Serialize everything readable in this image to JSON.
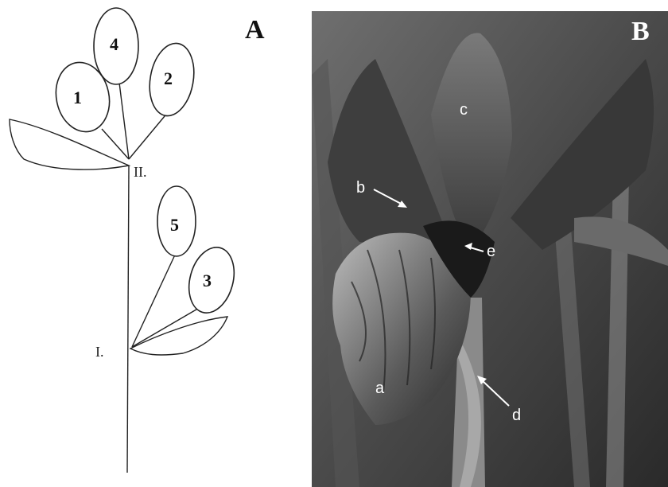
{
  "panel_a": {
    "letter": "A",
    "flowers": {
      "n1": "1",
      "n2": "2",
      "n3": "3",
      "n4": "4",
      "n5": "5"
    },
    "nodes": {
      "node_2": "II.",
      "node_1": "I."
    }
  },
  "panel_b": {
    "letter": "B",
    "parts": {
      "a": "a",
      "b": "b",
      "c": "c",
      "d": "d",
      "e": "e"
    }
  }
}
